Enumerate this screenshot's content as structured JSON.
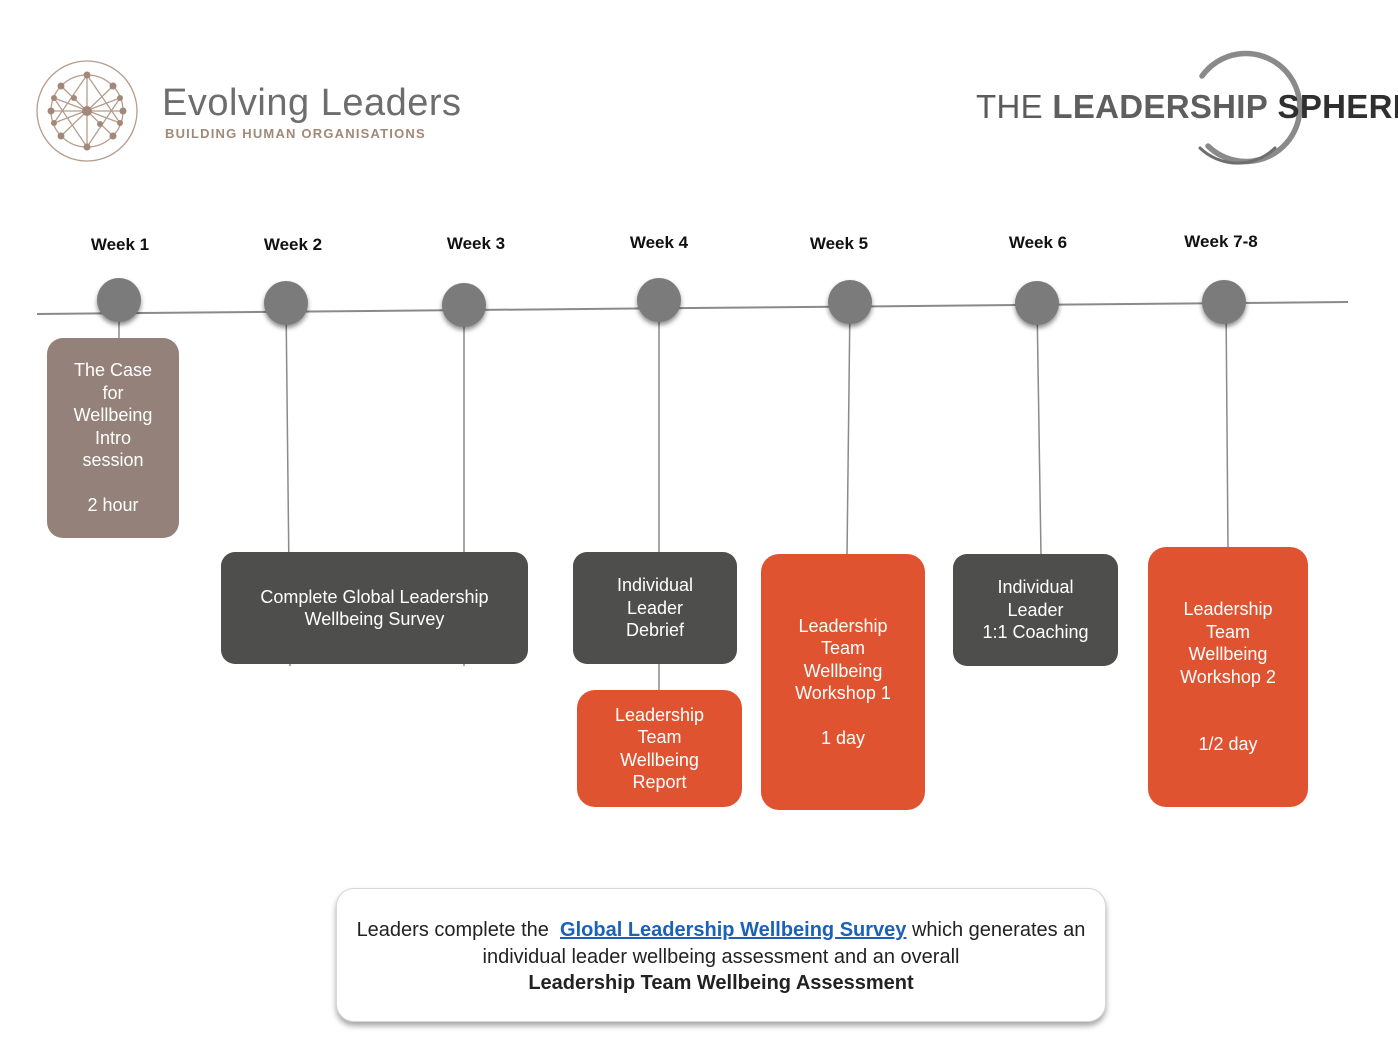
{
  "logos": {
    "evolving_leaders": {
      "name": "Evolving Leaders",
      "tagline": "BUILDING HUMAN ORGANISATIONS",
      "icon": "network-globe-icon",
      "color": "#a08977"
    },
    "leadership_sphere": {
      "prefix": "THE",
      "name_light": "LEADERSHIP",
      "name_bold": "SPHERE",
      "icon": "sphere-arc-icon"
    }
  },
  "timeline": {
    "weeks": [
      "Week 1",
      "Week 2",
      "Week 3",
      "Week 4",
      "Week 5",
      "Week 6",
      "Week 7-8"
    ],
    "node_color": "#7b7b7b",
    "line_color": "#8a8a8a"
  },
  "activities": [
    {
      "title": "The Case\nfor\nWellbeing\nIntro\nsession\n\n2 hour",
      "color": "#94827a"
    },
    {
      "title": "Complete Global Leadership\nWellbeing Survey",
      "color": "#4e4e4c"
    },
    {
      "title": "Individual\nLeader\nDebrief",
      "color": "#4e4e4c"
    },
    {
      "title": "Leadership\nTeam\nWellbeing\nReport",
      "color": "#e05331"
    },
    {
      "title": "Leadership\nTeam\nWellbeing\nWorkshop 1\n\n1 day",
      "color": "#e05331"
    },
    {
      "title": "Individual\nLeader\n1:1 Coaching",
      "color": "#4e4e4c"
    },
    {
      "title": "Leadership\nTeam\nWellbeing\nWorkshop 2\n\n\n1/2 day",
      "color": "#e05331"
    }
  ],
  "note": {
    "prefix": "Leaders complete the",
    "link": "Global Leadership Wellbeing Survey",
    "middle": "which generates an individual leader wellbeing assessment and an overall",
    "bold": "Leadership Team Wellbeing Assessment",
    "link_color": "#1a62b8"
  }
}
